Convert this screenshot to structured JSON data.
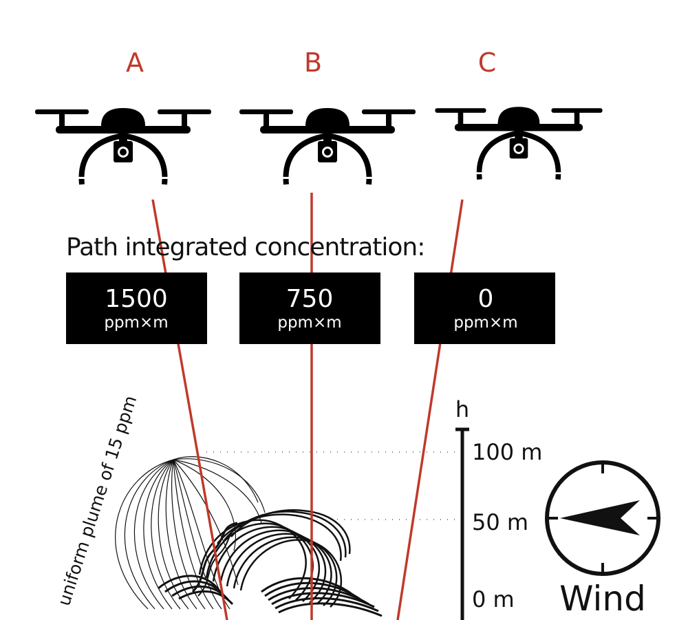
{
  "drones": [
    {
      "label": "A",
      "concentration": "1500",
      "unit": "ppm×m"
    },
    {
      "label": "B",
      "concentration": "750",
      "unit": "ppm×m"
    },
    {
      "label": "C",
      "concentration": "0",
      "unit": "ppm×m"
    }
  ],
  "heading": "Path integrated concentration:",
  "plume_label": "uniform plume of 15 ppm",
  "height_scale": {
    "axis_label": "h",
    "ticks": [
      "100 m",
      "50 m",
      "0 m"
    ]
  },
  "wind": {
    "label": "Wind",
    "icon": "compass-arrow-icon"
  },
  "colors": {
    "laser": "#c0392b",
    "letter": "#c0392b",
    "box": "#000000",
    "ink": "#111111"
  }
}
